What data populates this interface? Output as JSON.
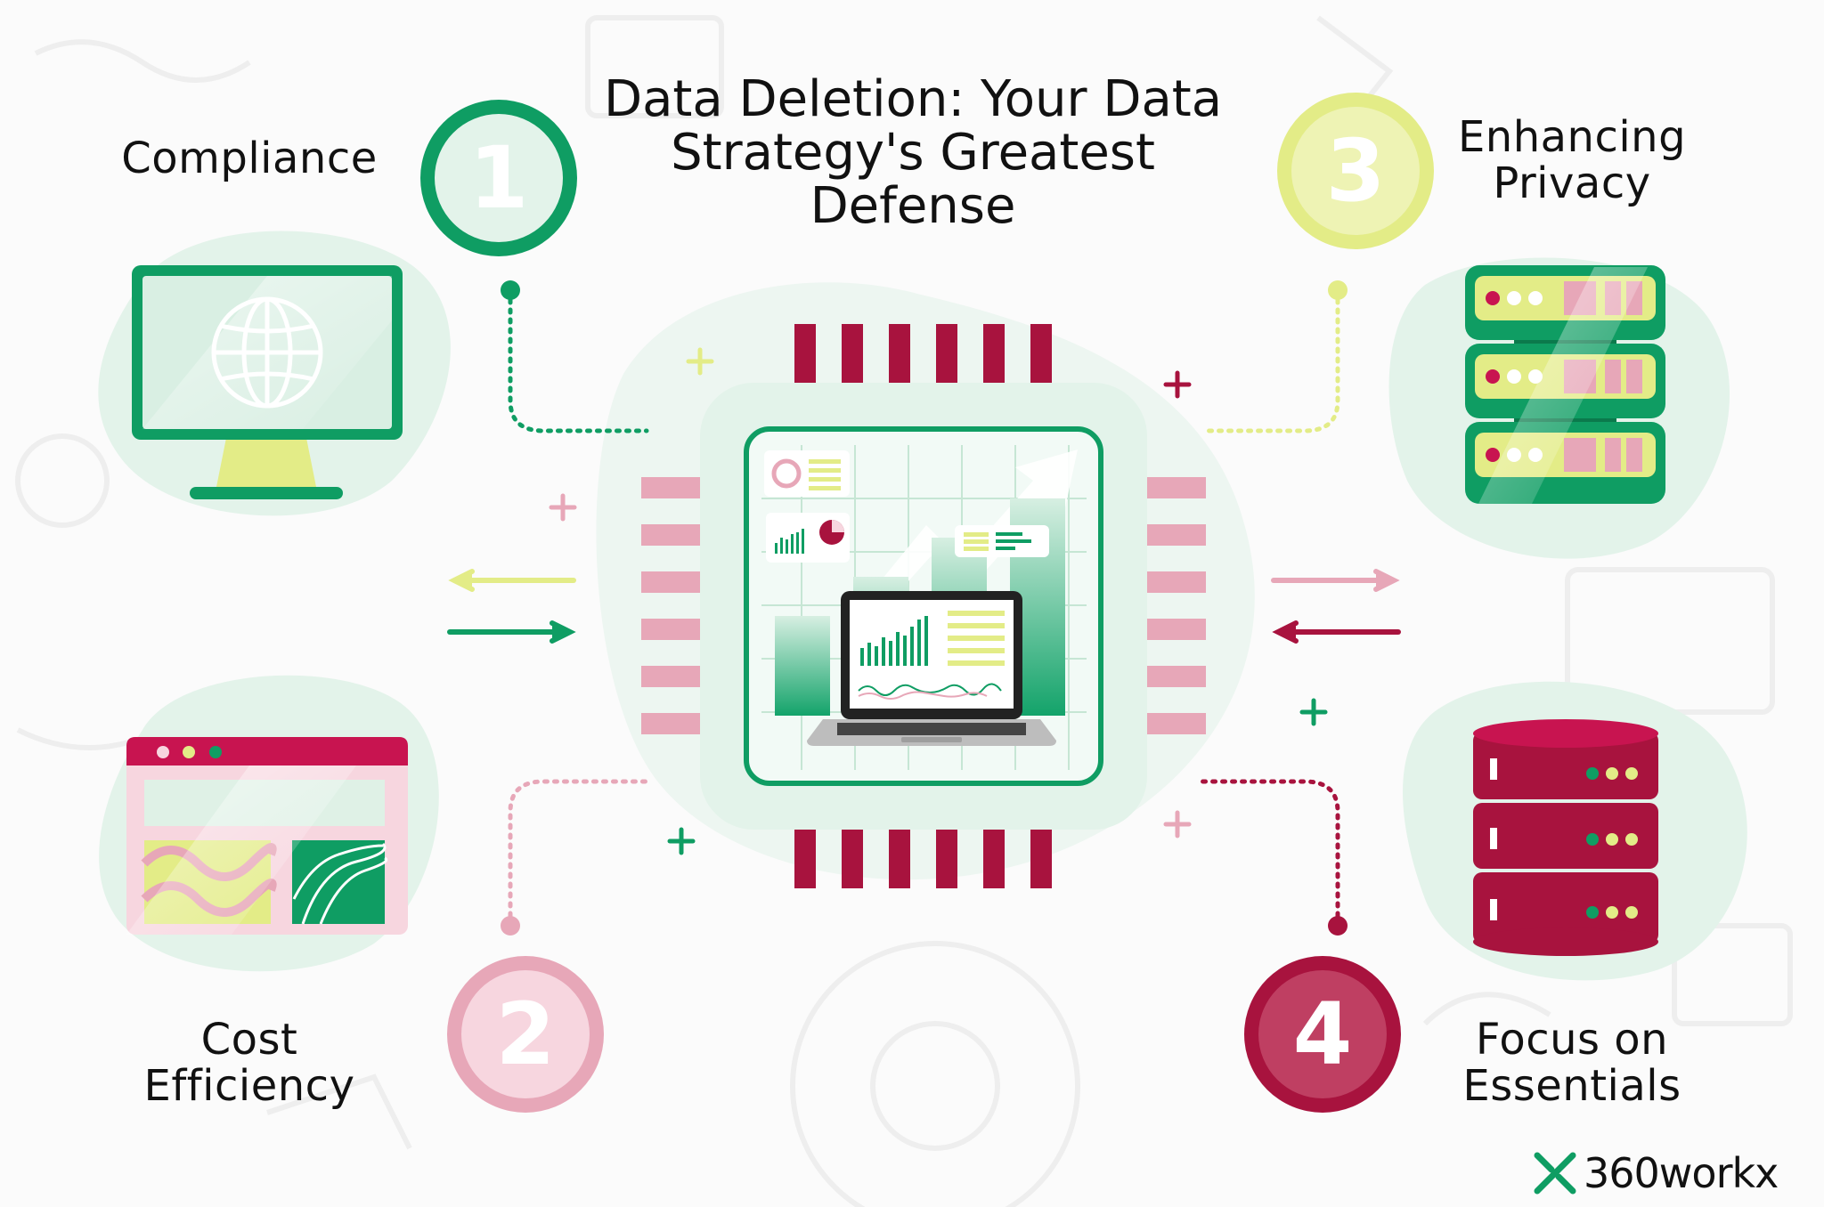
{
  "title": "Data Deletion: Your Data Strategy's Greatest Defense",
  "steps": [
    {
      "number": "1",
      "label_lines": [
        "Compliance"
      ],
      "color": "#0f9d63",
      "icon": "monitor-globe-icon"
    },
    {
      "number": "2",
      "label_lines": [
        "Cost",
        "Efficiency"
      ],
      "color": "#e7a7b8",
      "icon": "browser-window-icon"
    },
    {
      "number": "3",
      "label_lines": [
        "Enhancing",
        "Privacy"
      ],
      "color": "#e3ec87",
      "icon": "server-rack-icon"
    },
    {
      "number": "4",
      "label_lines": [
        "Focus on",
        "Essentials"
      ],
      "color": "#a8133e",
      "icon": "database-icon"
    }
  ],
  "center_icon": "laptop-dashboard-chip-icon",
  "logo": {
    "text": "360workx",
    "icon": "x-mark-logo-icon"
  },
  "colors": {
    "green": "#0f9d63",
    "crimson": "#a8133e",
    "pink": "#e7a7b8",
    "yellow": "#e3ec87",
    "mint": "#e3f3ea"
  }
}
